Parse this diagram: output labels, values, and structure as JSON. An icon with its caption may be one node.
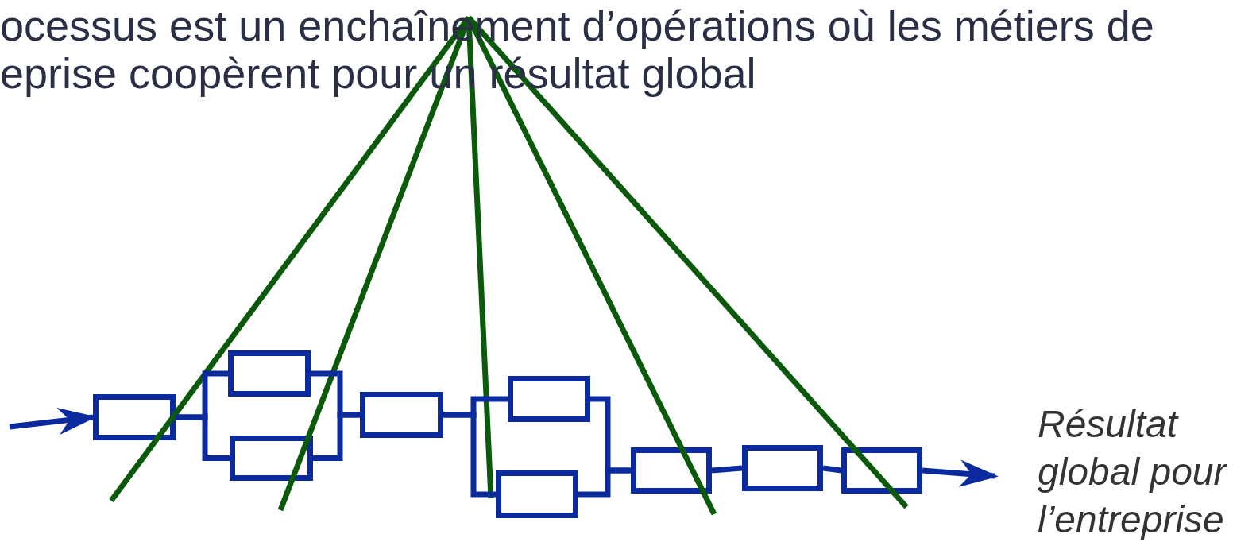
{
  "diagram": {
    "nodes": [
      {
        "text": [
          "ocessus est un enchaînement d’opérations où les métiers de eprise coopèrent pour un résultat global"
        ]
      },
      {
        "text": [],
        "shape": "box"
      },
      {
        "text": [],
        "shape": "box"
      },
      {
        "text": [],
        "shape": "box"
      },
      {
        "text": [],
        "shape": "box"
      },
      {
        "text": [],
        "shape": "box"
      },
      {
        "text": [],
        "shape": "box"
      },
      {
        "text": [],
        "shape": "box"
      },
      {
        "text": [],
        "shape": "box"
      },
      {
        "text": [],
        "shape": "box"
      },
      {
        "text": [
          "Résultat global pour l’entreprise"
        ]
      }
    ],
    "edges": [
      {
        "from": 0,
        "to": null,
        "arrow": "none",
        "color": "#0b5a0b"
      },
      {
        "from": 0,
        "to": null,
        "arrow": "none",
        "color": "#0b5a0b"
      },
      {
        "from": 0,
        "to": 6,
        "arrow": "none",
        "color": "#0b5a0b"
      },
      {
        "from": 0,
        "to": null,
        "arrow": "none",
        "color": "#0b5a0b"
      },
      {
        "from": 0,
        "to": 9,
        "arrow": "none",
        "color": "#0b5a0b"
      },
      {
        "from": null,
        "to": 1,
        "arrow": "to"
      },
      {
        "from": 1,
        "to": 2,
        "arrow": "none"
      },
      {
        "from": 1,
        "to": 3,
        "arrow": "none"
      },
      {
        "from": 2,
        "to": 4,
        "arrow": "none"
      },
      {
        "from": 3,
        "to": 4,
        "arrow": "none"
      },
      {
        "from": 4,
        "to": 5,
        "arrow": "none"
      },
      {
        "from": 4,
        "to": 6,
        "arrow": "none"
      },
      {
        "from": 5,
        "to": 7,
        "arrow": "none"
      },
      {
        "from": 6,
        "to": 7,
        "arrow": "none"
      },
      {
        "from": 7,
        "to": 8,
        "arrow": "none"
      },
      {
        "from": 8,
        "to": 9,
        "arrow": "none"
      },
      {
        "from": 9,
        "to": 10,
        "arrow": "to"
      }
    ]
  }
}
